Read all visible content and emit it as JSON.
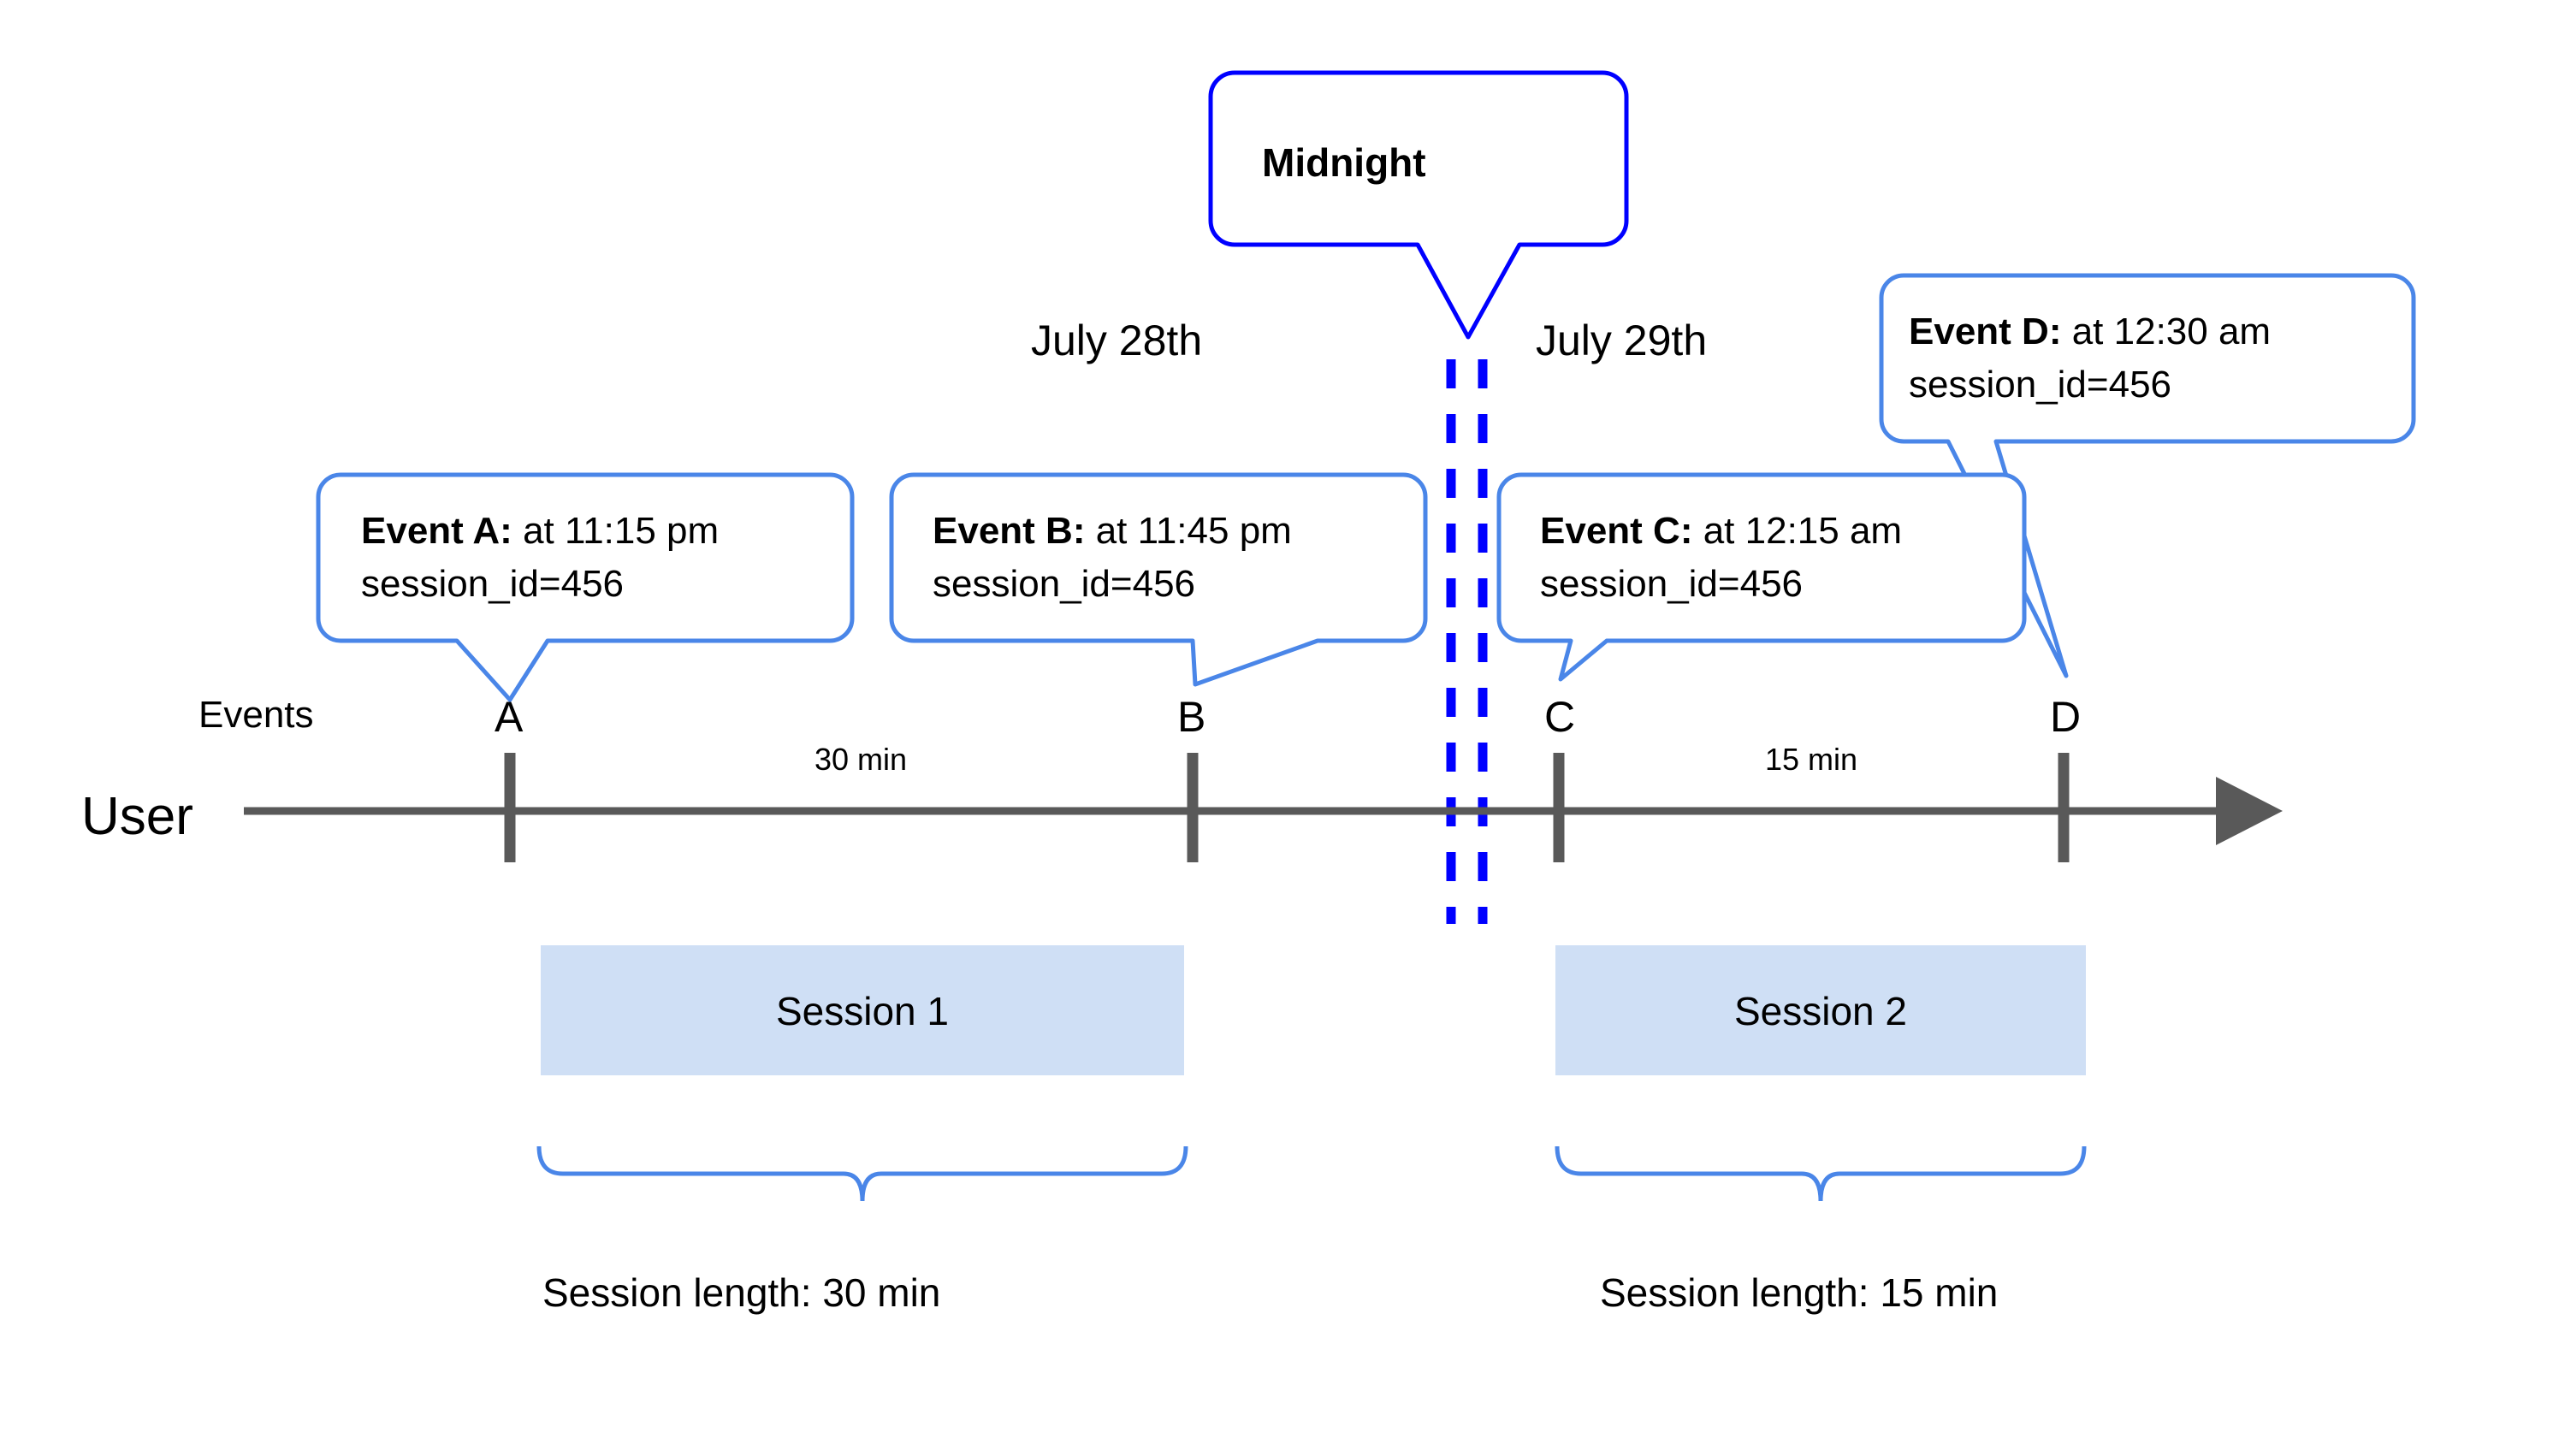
{
  "diagram": {
    "title_note": "Midnight",
    "axis": {
      "row_label": "User",
      "events_row_label": "Events",
      "arrow_direction": "right"
    },
    "dates": [
      {
        "label": "July 28th"
      },
      {
        "label": "July 29th"
      }
    ],
    "midnight": {
      "label": "Midnight",
      "line_color": "#0000FF"
    },
    "events": [
      {
        "letter": "A",
        "lead": "Event A:",
        "detail": " at 11:15 pm",
        "session_line": "session_id=456"
      },
      {
        "letter": "B",
        "lead": "Event B:",
        "detail": " at 11:45 pm",
        "session_line": "session_id=456"
      },
      {
        "letter": "C",
        "lead": "Event C:",
        "detail": " at 12:15 am",
        "session_line": "session_id=456"
      },
      {
        "letter": "D",
        "lead": "Event D:",
        "detail": " at 12:30 am",
        "session_line": "session_id=456"
      }
    ],
    "gaps": [
      {
        "label": "30 min"
      },
      {
        "label": "15 min"
      }
    ],
    "sessions": [
      {
        "name": "Session 1",
        "length_label": "Session length: 30 min"
      },
      {
        "name": "Session 2",
        "length_label": "Session length: 15 min"
      }
    ],
    "colors": {
      "callout_border": "#4A86E8",
      "midnight_border": "#0000FF",
      "session_fill": "#CFDFF5",
      "axis": "#595959",
      "brace": "#4A86E8",
      "text": "#000000"
    }
  }
}
